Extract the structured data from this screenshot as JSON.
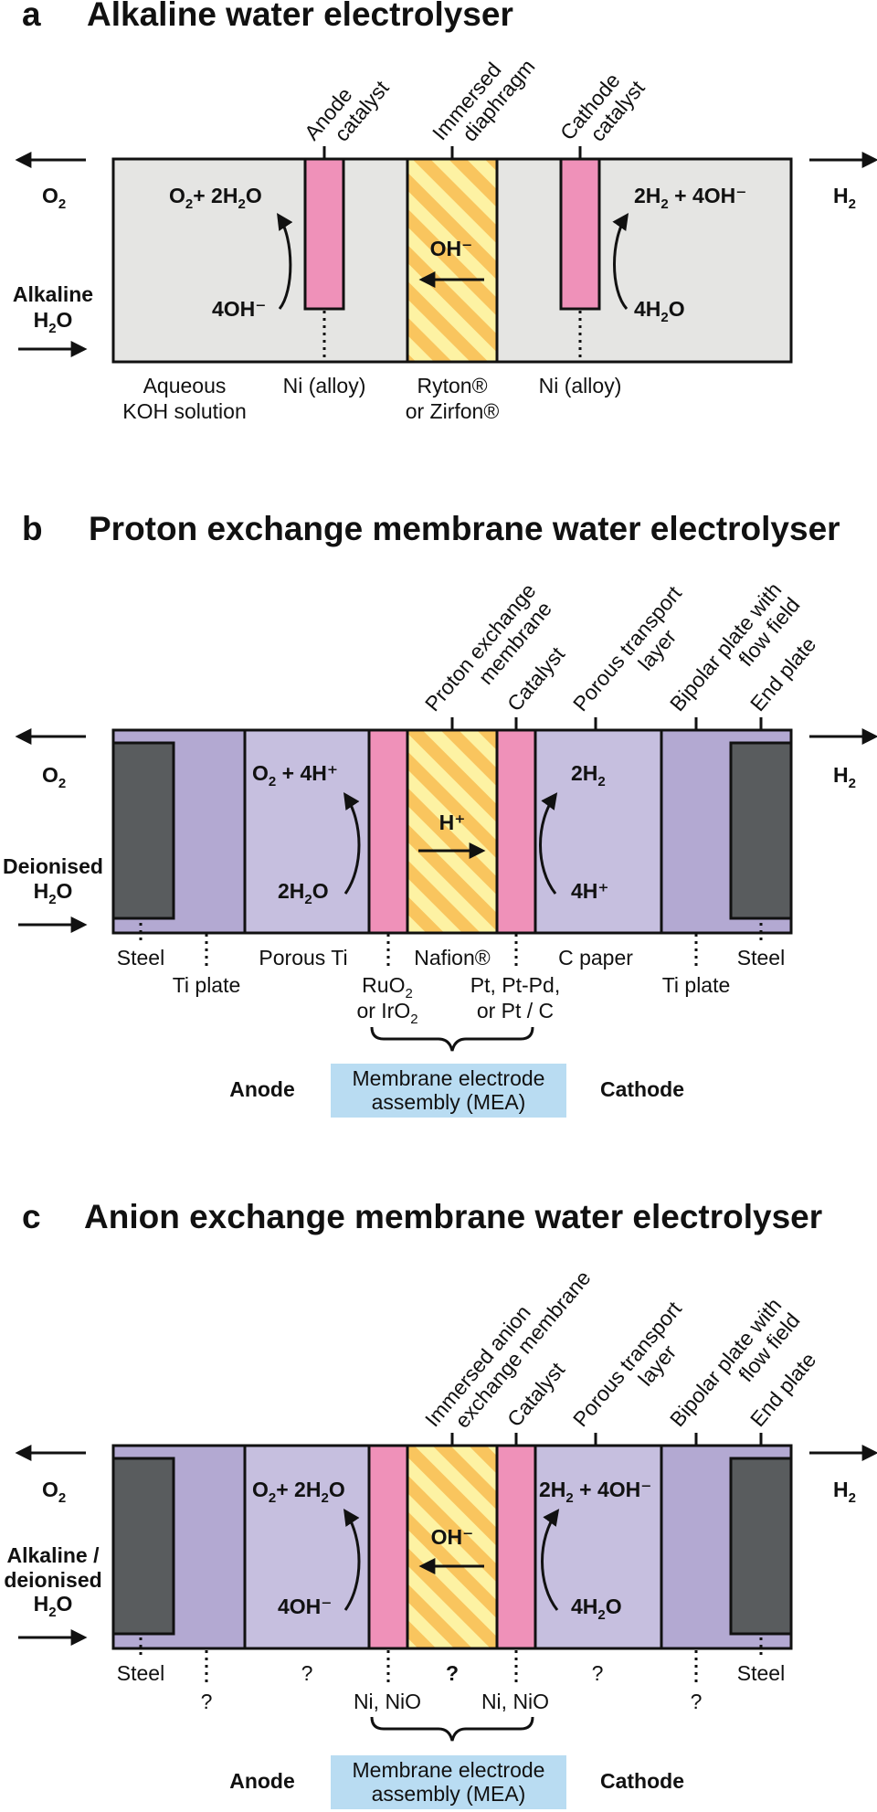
{
  "colors": {
    "catalyst": "#ef91b9",
    "membrane_light": "#fdf2a3",
    "membrane_dark": "#f9c55e",
    "alkaline_bg": "#e5e5e3",
    "pem_bg": "#c6bfdf",
    "plate": "#b3a9d2",
    "end_plate": "#595c5e",
    "mea_box": "#b9dcf2"
  },
  "panel_a": {
    "letter": "a",
    "title": "Alkaline water electrolyser",
    "top_labels": {
      "anode_catalyst": [
        "Anode",
        "catalyst"
      ],
      "diaphragm": [
        "Immersed",
        "diaphragm"
      ],
      "cathode_catalyst": [
        "Cathode",
        "catalyst"
      ]
    },
    "left_outlet": "O2",
    "left_inlet": [
      "Alkaline",
      "H2O"
    ],
    "right_outlet": "H2",
    "ion": "OH⁻",
    "anode_product": "O2+ 2H2O",
    "anode_reactant": "4OH⁻",
    "cathode_product": "2H2 + 4OH⁻",
    "cathode_reactant": "4H2O",
    "bottom_labels": {
      "solution": [
        "Aqueous",
        "KOH solution"
      ],
      "anode_material": "Ni (alloy)",
      "diaphragm_material": [
        "Ryton®",
        "or Zirfon®"
      ],
      "cathode_material": "Ni (alloy)"
    }
  },
  "panel_b": {
    "letter": "b",
    "title": "Proton exchange membrane water electrolyser",
    "top_labels": {
      "membrane": [
        "Proton exchange",
        "membrane"
      ],
      "catalyst": "Catalyst",
      "ptl": [
        "Porous transport",
        "layer"
      ],
      "bipolar": [
        "Bipolar plate with",
        "flow field"
      ],
      "end_plate": "End plate"
    },
    "left_outlet": "O2",
    "left_inlet": [
      "Deionised",
      "H2O"
    ],
    "right_outlet": "H2",
    "ion": "H⁺",
    "anode_product": "O2 + 4H⁺",
    "anode_reactant": "2H2O",
    "cathode_product": "2H2",
    "cathode_reactant": "4H⁺",
    "bottom_labels": {
      "steel_left": "Steel",
      "ti_plate_left": "Ti plate",
      "porous_ti": "Porous Ti",
      "anode_catalyst": [
        "RuO2",
        "or IrO2"
      ],
      "membrane": "Nafion®",
      "cathode_catalyst": [
        "Pt, Pt-Pd,",
        "or Pt / C"
      ],
      "c_paper": "C paper",
      "ti_plate_right": "Ti plate",
      "steel_right": "Steel"
    },
    "anode_label": "Anode",
    "mea_label": [
      "Membrane electrode",
      "assembly (MEA)"
    ],
    "cathode_label": "Cathode"
  },
  "panel_c": {
    "letter": "c",
    "title": "Anion exchange membrane water electrolyser",
    "top_labels": {
      "membrane": [
        "Immersed anion",
        "exchange membrane"
      ],
      "catalyst": "Catalyst",
      "ptl": [
        "Porous transport",
        "layer"
      ],
      "bipolar": [
        "Bipolar plate with",
        "flow field"
      ],
      "end_plate": "End plate"
    },
    "left_outlet": "O2",
    "left_inlet": [
      "Alkaline /",
      "deionised",
      "H2O"
    ],
    "right_outlet": "H2",
    "ion": "OH⁻",
    "anode_product": "O2+ 2H2O",
    "anode_reactant": "4OH⁻",
    "cathode_product": "2H2 + 4OH⁻",
    "cathode_reactant": "4H2O",
    "bottom_labels": {
      "steel_left": "Steel",
      "plate_left": "?",
      "ptl_left": "?",
      "anode_catalyst": "Ni, NiO",
      "membrane": "?",
      "cathode_catalyst": "Ni, NiO",
      "ptl_right": "?",
      "plate_right": "?",
      "steel_right": "Steel"
    },
    "anode_label": "Anode",
    "mea_label": [
      "Membrane electrode",
      "assembly (MEA)"
    ],
    "cathode_label": "Cathode"
  }
}
